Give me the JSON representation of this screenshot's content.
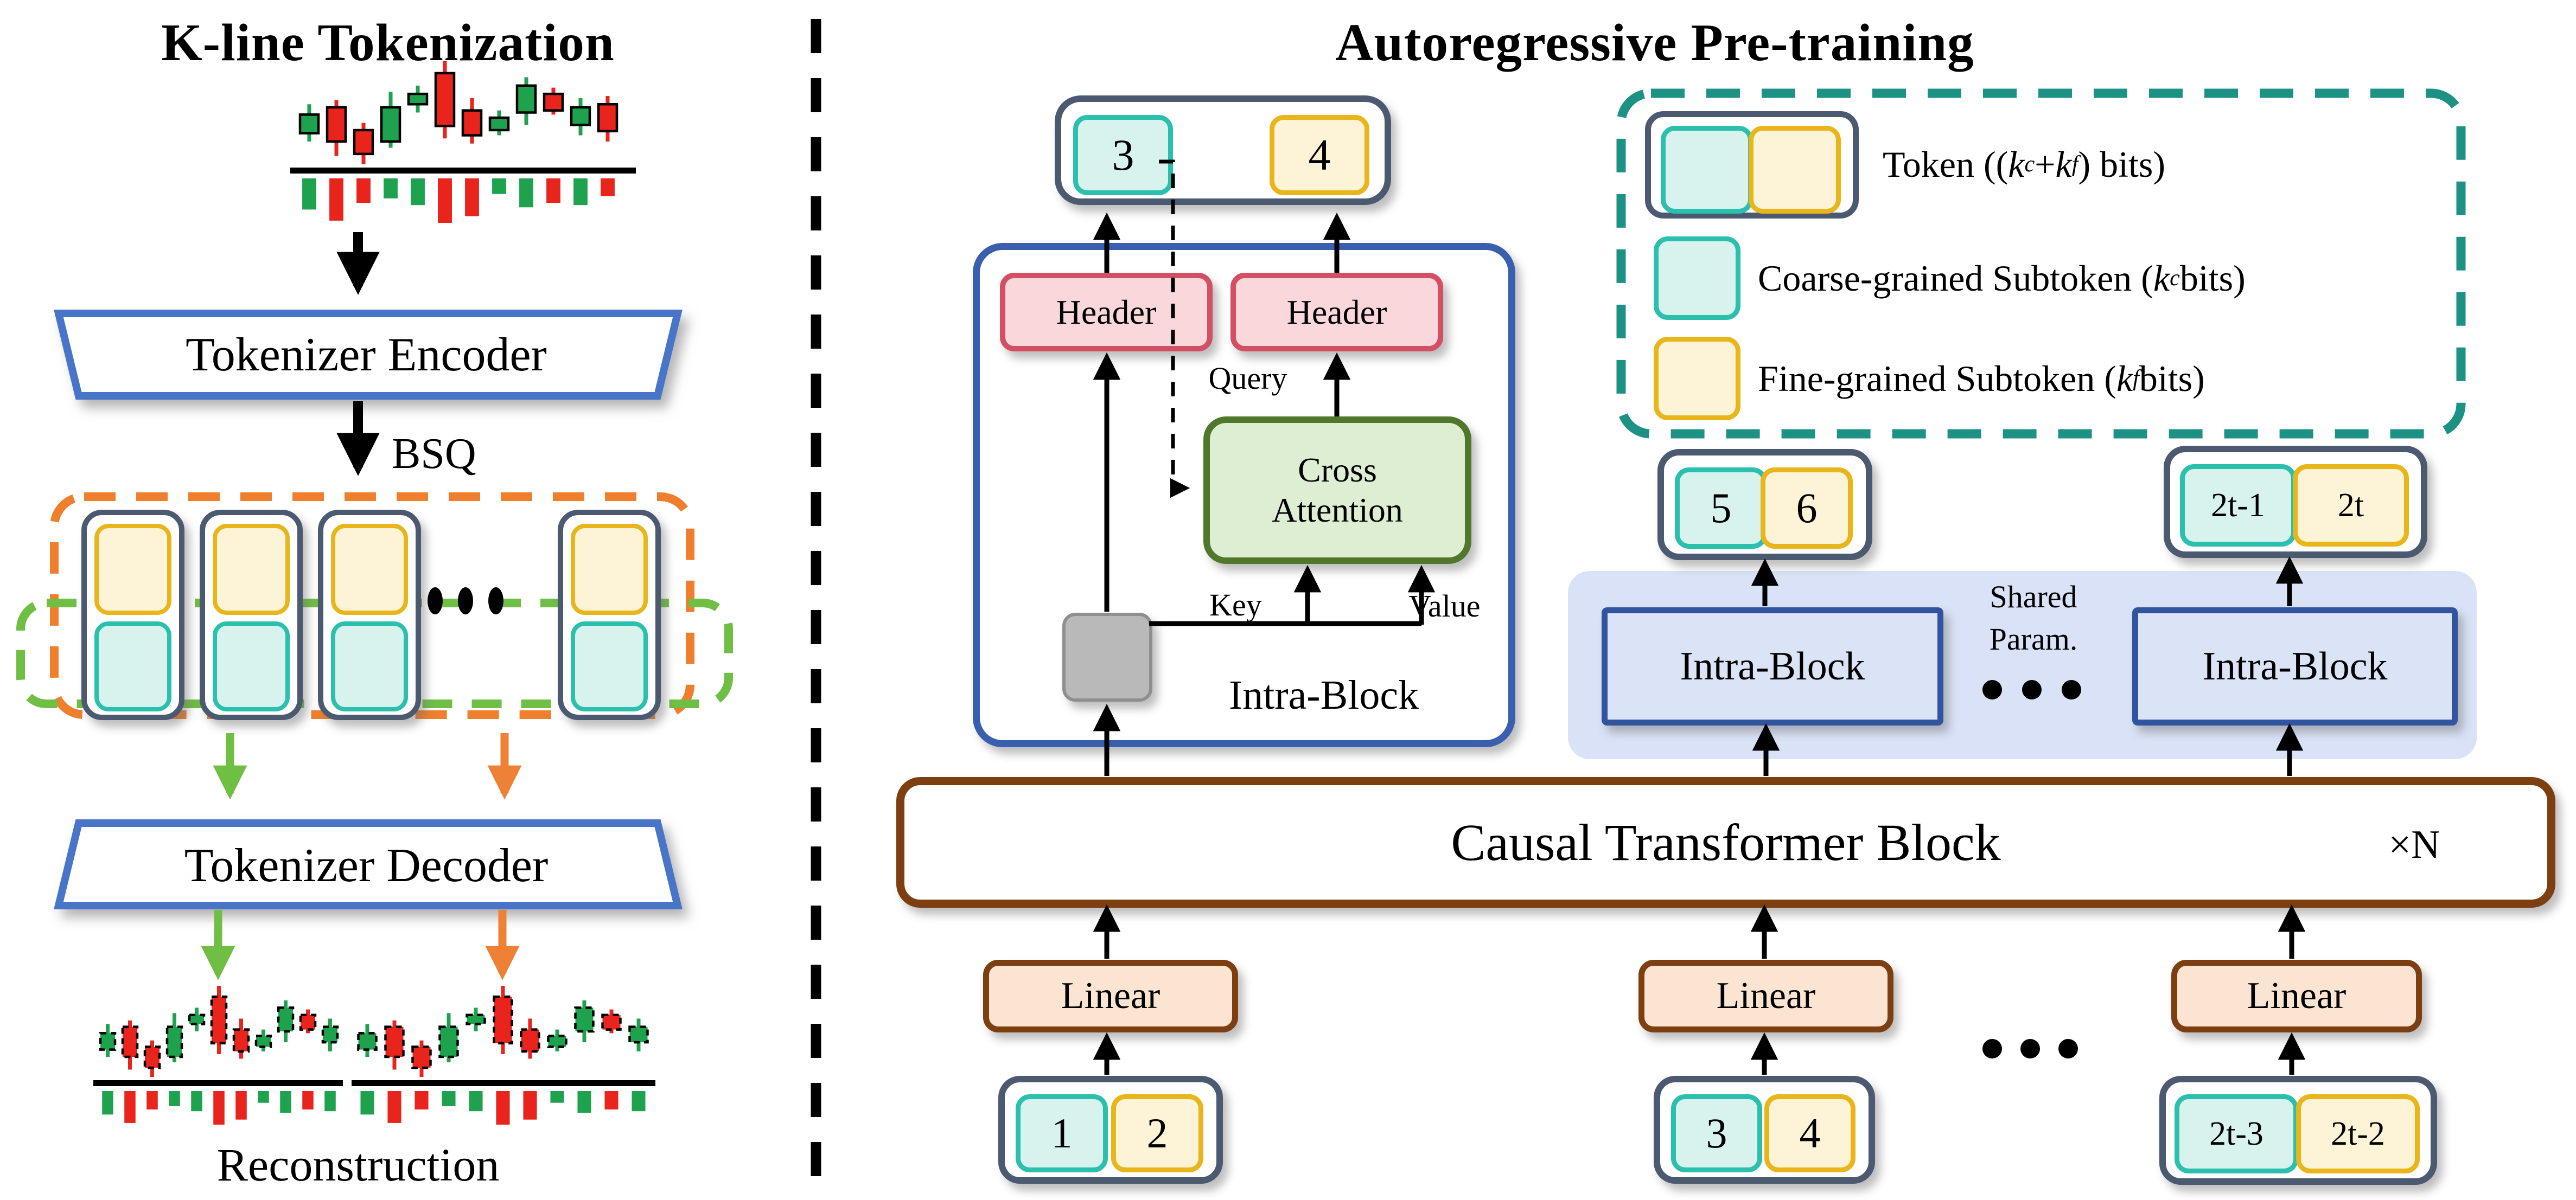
{
  "left": {
    "title": "K-line Tokenization",
    "encoder_label": "Tokenizer Encoder",
    "decoder_label": "Tokenizer Decoder",
    "bsq_label": "BSQ",
    "reconstruction_label": "Reconstruction"
  },
  "right": {
    "title": "Autoregressive Pre-training",
    "header_label": "Header",
    "cross_attention_label": "Cross Attention",
    "query_label": "Query",
    "key_label": "Key",
    "value_label": "Value",
    "intra_block_label": "Intra-Block",
    "causal_block_label": "Causal Transformer Block",
    "repeat_label": "×N",
    "linear_label": "Linear",
    "shared_param_line1": "Shared",
    "shared_param_line2": "Param.",
    "tokens": {
      "output_pair": [
        "3",
        "4"
      ],
      "sequence_pairs": [
        [
          "5",
          "6"
        ],
        [
          "2t-1",
          "2t"
        ]
      ],
      "input_pairs": [
        [
          "1",
          "2"
        ],
        [
          "3",
          "4"
        ],
        [
          "2t-3",
          "2t-2"
        ]
      ]
    },
    "legend": {
      "rows": [
        {
          "name": "token",
          "tokens": [
            [
              "t",
              "Token (("
            ],
            [
              "k",
              "c"
            ],
            [
              "t",
              " + "
            ],
            [
              "k",
              "f"
            ],
            [
              "t",
              ") bits)"
            ]
          ]
        },
        {
          "name": "coarse",
          "tokens": [
            [
              "t",
              "Coarse-grained Subtoken ("
            ],
            [
              "k",
              "c"
            ],
            [
              "t",
              " bits)"
            ]
          ]
        },
        {
          "name": "fine",
          "tokens": [
            [
              "t",
              "Fine-grained Subtoken ("
            ],
            [
              "k",
              "f"
            ],
            [
              "t",
              " bits)"
            ]
          ]
        }
      ]
    }
  },
  "colors": {
    "coarse_fill": "#d8f2ee",
    "coarse_border": "#2bbfae",
    "fine_fill": "#fdf3d6",
    "fine_border": "#e8b61b",
    "token_border": "#4b5a70",
    "header_fill": "#f9d7db",
    "header_border": "#d35064",
    "attention_fill": "#deeed2",
    "attention_border": "#50772b",
    "intra_border": "#3a5fae",
    "intra_small_fill": "#dbe4f7",
    "band_fill": "#d9e2f6",
    "causal_border": "#7d3e10",
    "linear_fill": "#fbe5d2",
    "legend_border": "#1e9185",
    "orange": "#f07f2d",
    "green": "#6fbf44",
    "encoder_border": "#4a74c9",
    "candle_up": "#1ea24e",
    "candle_down": "#e8241c"
  },
  "kline": {
    "candles": [
      {
        "dir": "up",
        "h": 58,
        "o": 30,
        "c": 48,
        "l": 22
      },
      {
        "dir": "down",
        "h": 62,
        "o": 55,
        "c": 22,
        "l": 8
      },
      {
        "dir": "down",
        "h": 40,
        "o": 33,
        "c": 10,
        "l": 0
      },
      {
        "dir": "up",
        "h": 70,
        "o": 22,
        "c": 55,
        "l": 16
      },
      {
        "dir": "up",
        "h": 76,
        "o": 58,
        "c": 68,
        "l": 50
      },
      {
        "dir": "down",
        "h": 100,
        "o": 88,
        "c": 37,
        "l": 25
      },
      {
        "dir": "down",
        "h": 64,
        "o": 52,
        "c": 28,
        "l": 20
      },
      {
        "dir": "up",
        "h": 52,
        "o": 33,
        "c": 45,
        "l": 28
      },
      {
        "dir": "up",
        "h": 84,
        "o": 50,
        "c": 76,
        "l": 38
      },
      {
        "dir": "down",
        "h": 74,
        "o": 68,
        "c": 52,
        "l": 48
      },
      {
        "dir": "up",
        "h": 64,
        "o": 38,
        "c": 55,
        "l": 28
      },
      {
        "dir": "down",
        "h": 66,
        "o": 58,
        "c": 32,
        "l": 22
      }
    ],
    "volumes": [
      0.7,
      0.95,
      0.55,
      0.45,
      0.6,
      1.0,
      0.85,
      0.35,
      0.65,
      0.55,
      0.6,
      0.4
    ],
    "volume_dirs": [
      "up",
      "down",
      "down",
      "up",
      "up",
      "down",
      "down",
      "up",
      "up",
      "down",
      "up",
      "down"
    ]
  }
}
